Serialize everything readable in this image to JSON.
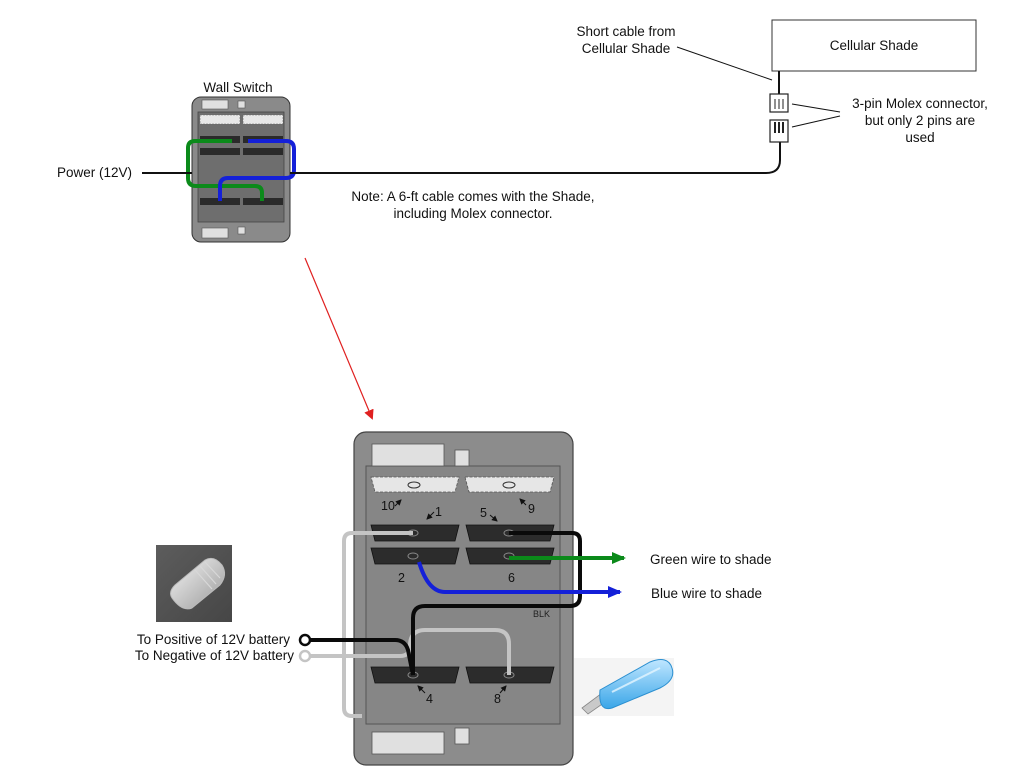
{
  "top": {
    "wall_switch_label": "Wall Switch",
    "power_label": "Power (12V)",
    "cable_label_line1": "Short cable from",
    "cable_label_line2": "Cellular Shade",
    "shade_label": "Cellular Shade",
    "molex_line1": "3-pin Molex connector,",
    "molex_line2": "but only 2 pins are",
    "molex_line3": "used",
    "note_line1": "Note: A 6-ft cable comes with the Shade,",
    "note_line2": "including Molex connector."
  },
  "bottom": {
    "terminals": [
      "10",
      "1",
      "5",
      "9",
      "2",
      "6",
      "4",
      "8"
    ],
    "blk_label": "BLK",
    "green_wire_label": "Green wire to shade",
    "blue_wire_label": "Blue wire to shade",
    "positive_label": "To Positive of 12V battery",
    "negative_label": "To Negative of 12V battery"
  },
  "colors": {
    "green_wire": "#0b8a1a",
    "blue_wire": "#1420d8",
    "black_wire": "#0a0a0a",
    "gray_wire": "#c4c4c4",
    "switch_body": "#8a8a8a",
    "arrow_red": "#e02020"
  }
}
